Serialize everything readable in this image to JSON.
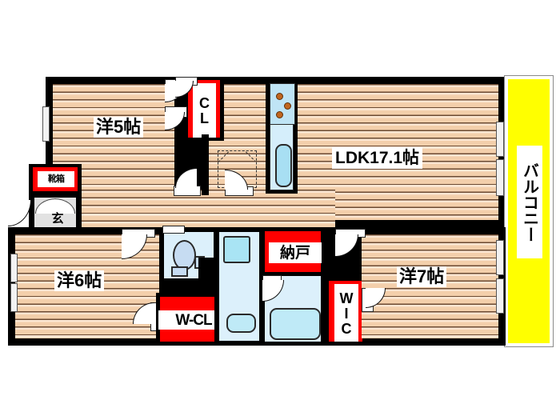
{
  "plan": {
    "type": "japanese-apartment-floorplan",
    "layout_type": "3LDK",
    "rooms": [
      {
        "id": "washitsu_5",
        "label": "洋5帖",
        "size_jo": 5,
        "kind": "western-room"
      },
      {
        "id": "ldk",
        "label": "LDK17.1帖",
        "size_jo": 17.1,
        "kind": "living-dining-kitchen"
      },
      {
        "id": "washitsu_6",
        "label": "洋6帖",
        "size_jo": 6,
        "kind": "western-room"
      },
      {
        "id": "washitsu_7",
        "label": "洋7帖",
        "size_jo": 7,
        "kind": "western-room"
      }
    ],
    "storage": [
      {
        "id": "cl",
        "label": "CL",
        "kind": "closet",
        "orientation": "vertical"
      },
      {
        "id": "wcl",
        "label": "W-CL",
        "kind": "walk-in-closet",
        "orientation": "horizontal"
      },
      {
        "id": "wic",
        "label": "WIC",
        "kind": "walk-in-closet",
        "orientation": "vertical"
      },
      {
        "id": "nando",
        "label": "納戸",
        "kind": "storage-room"
      },
      {
        "id": "kutsubako",
        "label": "靴箱",
        "kind": "shoe-cabinet"
      }
    ],
    "entrance": {
      "label": "玄",
      "full": "玄関"
    },
    "balcony": {
      "label": "バルコニー",
      "color": "#ffff00"
    },
    "fixtures": {
      "kitchen": {
        "name": "kitchen",
        "burners": 3,
        "has_sink": true
      },
      "bath": {
        "name": "bathroom",
        "has_tub": true
      },
      "toilet": {
        "name": "toilet"
      },
      "washstand": {
        "name": "washstand"
      },
      "washer": {
        "name": "washing-machine-space"
      }
    },
    "colors": {
      "wall": "#000000",
      "floor": "#f3cfab",
      "closet_red": "#ff0000",
      "balcony_yellow": "#ffff00",
      "water_blue": "#dcf0fb",
      "entrance_grey": "#e2e2e2"
    }
  }
}
